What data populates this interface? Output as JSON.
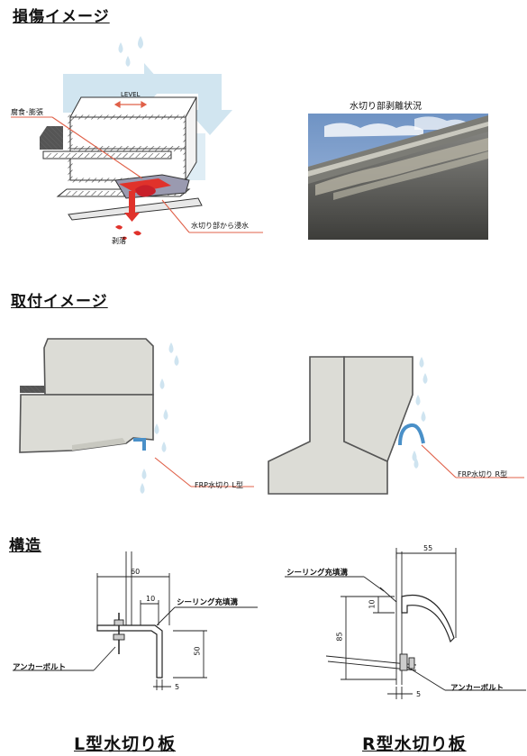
{
  "sections": {
    "damage": "損傷イメージ",
    "install": "取付イメージ",
    "structure": "構造"
  },
  "damage_labels": {
    "level": "LEVEL",
    "corrosion": "腐食･膨張",
    "peeling": "剥落",
    "leak": "水切り部から浸水",
    "photo_caption": "水切り部剥離状況"
  },
  "install_labels": {
    "l_type": "FRP水切り L型",
    "r_type": "FRP水切り R型"
  },
  "structure_labels": {
    "l_sealing": "シーリング充填溝",
    "l_anchor": "アンカーボルト",
    "r_sealing": "シーリング充填溝",
    "r_anchor": "アンカーボルト",
    "l_dim_60": "60",
    "l_dim_10": "10",
    "l_dim_50": "50",
    "l_dim_5": "5",
    "r_dim_55": "55",
    "r_dim_10": "10",
    "r_dim_85": "85",
    "r_dim_5": "5",
    "l_title": "L型水切り板",
    "r_title": "R型水切り板"
  },
  "colors": {
    "water": "#cfe4f0",
    "concrete": "#dcdcd6",
    "outline": "#555555",
    "red": "#e0322b",
    "pointer": "#e06048",
    "frp": "#4a90c8"
  }
}
